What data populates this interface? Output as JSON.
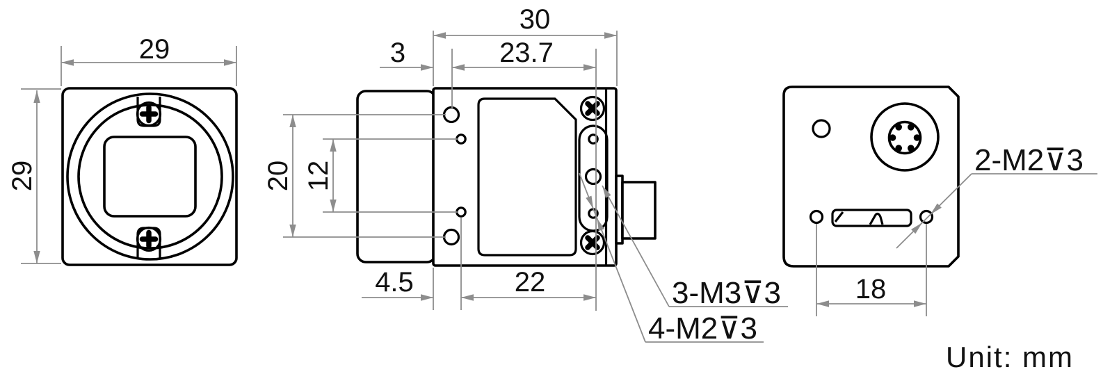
{
  "drawing": {
    "unit_note": "Unit: mm",
    "front_view": {
      "width": "29",
      "height": "29"
    },
    "side_view": {
      "total_width": "30",
      "m3_hole_offset": "3",
      "hole_span": "23.7",
      "m3_vertical_span": "20",
      "m2_vertical_span": "12",
      "m2_hole_offset": "4.5",
      "bottom_hole_span": "22",
      "m3_thread_label": "3-M3⊽3",
      "m2_thread_label": "4-M2⊽3"
    },
    "back_view": {
      "hole_span": "18",
      "m2_thread_label": "2-M2⊽3"
    },
    "colors": {
      "object_line": "#000000",
      "dimension_line": "#8d8d8d",
      "background": "#ffffff"
    }
  }
}
